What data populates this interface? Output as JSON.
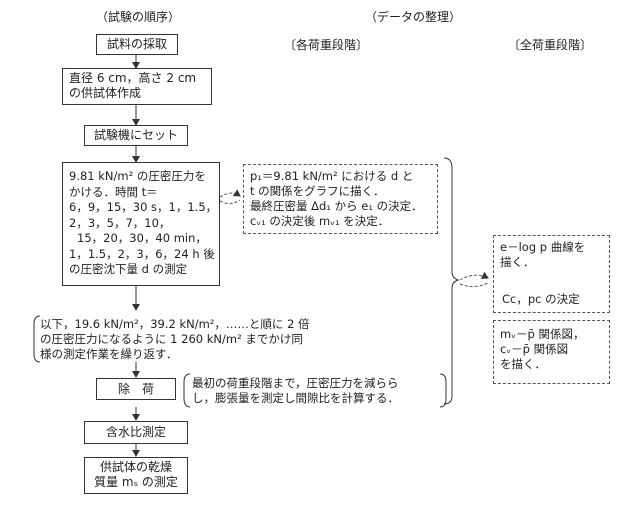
{
  "headers": {
    "order": "（試験の順序）",
    "data": "（データの整理）",
    "each": "〔各荷重段階〕",
    "all": "〔全荷重段階〕"
  },
  "steps": {
    "sampling": "試料の採取",
    "specimen": [
      "直径 6 cm，高さ 2 cm",
      "の供試体作成"
    ],
    "set": "試験機にセット",
    "load": [
      "9.81 kN/m² の圧密圧力を",
      "かける．時間 t＝",
      "6，9，15，30 s，1，1.5，",
      "2，3，5，7，10，",
      "15，20，30，40 min，",
      "1，1.5，2，3，6，24 h 後",
      "の圧密沈下量 d の測定"
    ],
    "repeat": [
      "以下，19.6 kN/m²，39.2 kN/m²，……と順に 2 倍",
      "の圧密圧力になるように 1 260 kN/m² までかけ同",
      "様の測定作業を繰り返す．"
    ],
    "unload": "除　荷",
    "unload_note": [
      "最初の荷重段階まで，圧密圧力を減らら",
      "し，膨張量を測定し間隙比を計算する．"
    ],
    "water": "含水比測定",
    "dry": [
      "供試体の乾燥",
      "質量 mₛ の測定"
    ]
  },
  "each_stage": [
    "p₁＝9.81 kN/m² における d と",
    "t の関係をグラフに描く．",
    "最終圧密量 Δd₁ から e₁ の決定．",
    "cᵥ₁ の決定後 mᵥ₁ を決定．"
  ],
  "all_stage": {
    "curve": [
      "e－log p 曲線を",
      "描く．"
    ],
    "decide": "Cc，pc の決定",
    "relation": [
      "mᵥ－p̄ 関係図，",
      "cᵥ－p̄ 関係図",
      "を描く．"
    ]
  }
}
